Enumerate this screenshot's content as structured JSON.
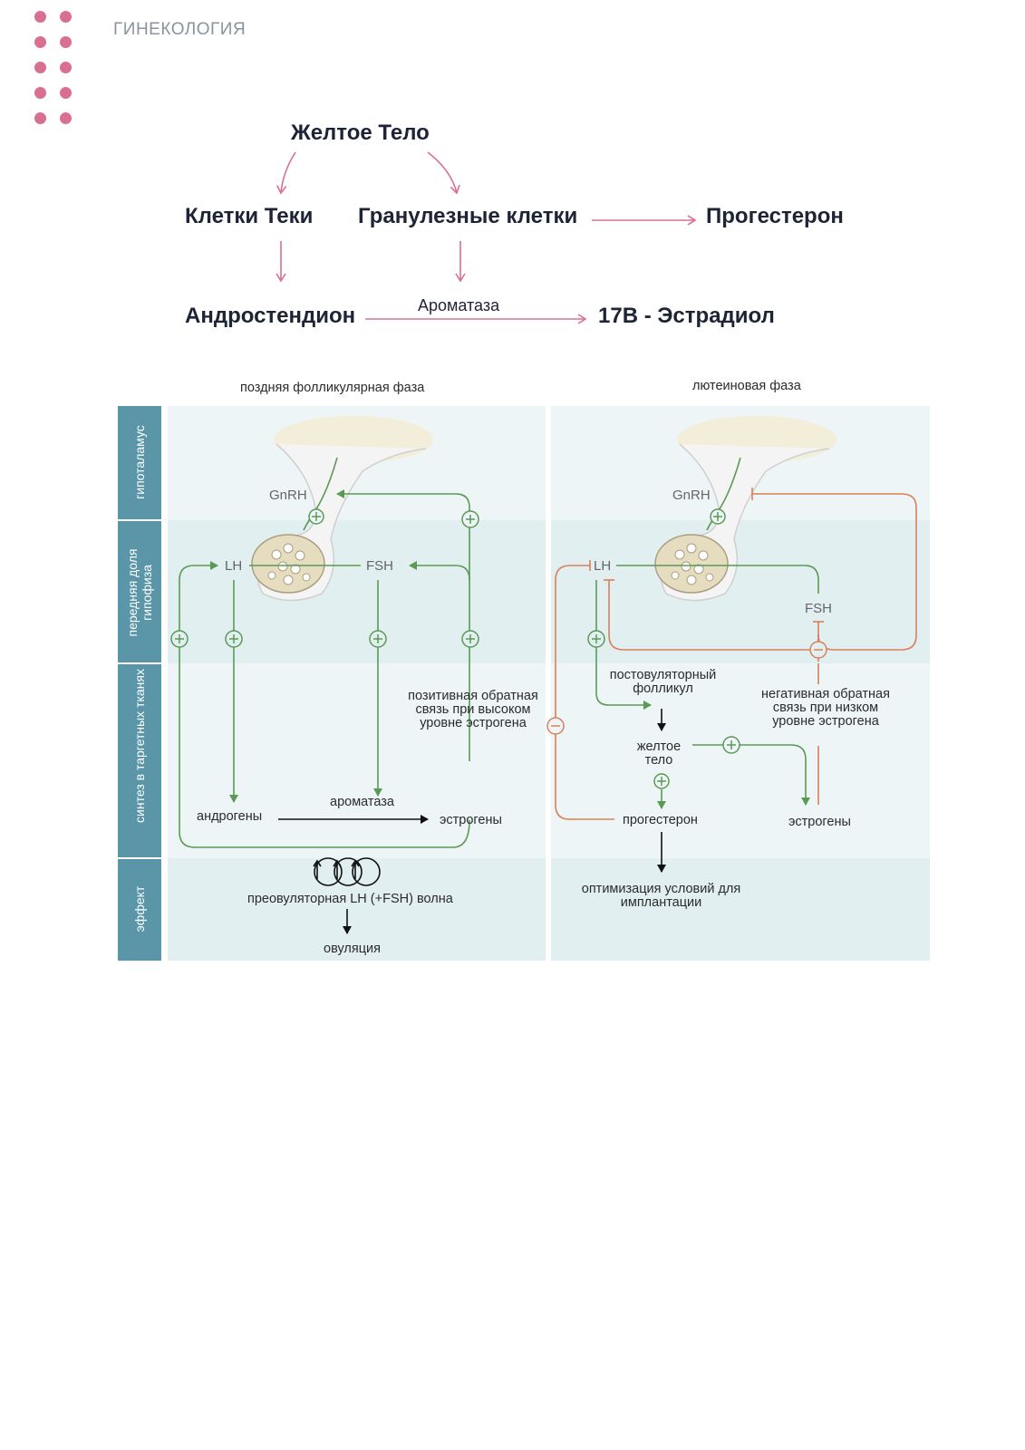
{
  "header": {
    "section_title": "ГИНЕКОЛОГИЯ",
    "accent_color": "#d9708f"
  },
  "pathway": {
    "corpus_luteum": "Желтое Тело",
    "theca_cells": "Клетки Теки",
    "granulosa_cells": "Гранулезные клетки",
    "progesterone": "Прогестерон",
    "androstenedione": "Андростендион",
    "aromatase": "Ароматаза",
    "estradiol": "17B - Эстрадиол"
  },
  "diagram": {
    "phase_late_follicular": "поздняя фолликулярная фаза",
    "phase_luteal": "лютеиновая фаза",
    "rows": {
      "hypothalamus": "гипоталамус",
      "pituitary": "передняя доля гипофиза",
      "target_tissues": "синтез в таргетных тканях",
      "effect": "эффект"
    },
    "left": {
      "gnrh": "GnRH",
      "lh": "LH",
      "fsh": "FSH",
      "positive_feedback": "позитивная обратная связь при высоком уровне эстрогена",
      "androgens": "андрогены",
      "aromatase": "ароматаза",
      "estrogens": "эстрогены",
      "lh_surge": "преовуляторная LH (+FSH) волна",
      "ovulation": "овуляция"
    },
    "right": {
      "gnrh": "GnRH",
      "lh": "LH",
      "fsh": "FSH",
      "postovulatory_follicle": "постовуляторный фолликул",
      "negative_feedback": "негативная обратная связь при низком уровне эстрогена",
      "corpus_luteum": "желтое тело",
      "progesterone": "прогестерон",
      "estrogens": "эстрогены",
      "implantation": "оптимизация условий для имплантации"
    },
    "colors": {
      "positive": "#5a9a55",
      "negative": "#d9805a",
      "row_band": "#5a96a8",
      "panel_bg": "#eaf3f4",
      "panel_bg_alt": "#e0eef0",
      "pink_arrow": "#d9708f"
    }
  }
}
